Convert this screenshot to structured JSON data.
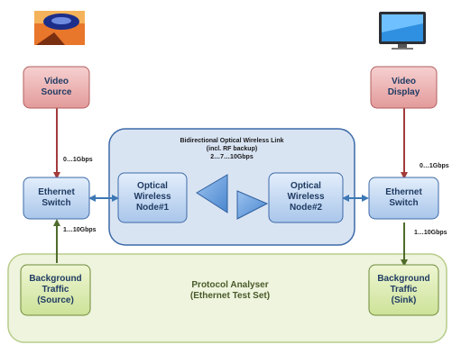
{
  "nodes": {
    "video_source": [
      "Video",
      "Source"
    ],
    "video_display": [
      "Video",
      "Display"
    ],
    "switch_left": [
      "Ethernet",
      "Switch"
    ],
    "switch_right": [
      "Ethernet",
      "Switch"
    ],
    "node1": [
      "Optical",
      "Wireless",
      "Node#1"
    ],
    "node2": [
      "Optical",
      "Wireless",
      "Node#2"
    ],
    "bg_source": [
      "Background",
      "Traffic",
      "(Source)"
    ],
    "bg_sink": [
      "Background",
      "Traffic",
      "(Sink)"
    ]
  },
  "link_box": {
    "title": [
      "Bidirectional  Optical Wireless Link",
      "(incl. RF backup)"
    ],
    "rates": "2…7…10Gbps"
  },
  "analyser": [
    "Protocol Analyser",
    "(Ethernet Test Set)"
  ],
  "rates": {
    "left_video": "0…1Gbps",
    "right_video": "0…1Gbps",
    "left_bg": "1…10Gbps",
    "right_bg": "1…10Gbps"
  },
  "colors": {
    "red_box": "#e8a3a3",
    "blue_box": "#bcd3f0",
    "green_box": "#d8e9a8",
    "link_panel": "#d9e4f3",
    "analyser_panel": "#eef4dd",
    "red_arrow": "#a33a3a",
    "blue_arrow": "#3d78b5",
    "green_arrow": "#4f6b2b"
  }
}
